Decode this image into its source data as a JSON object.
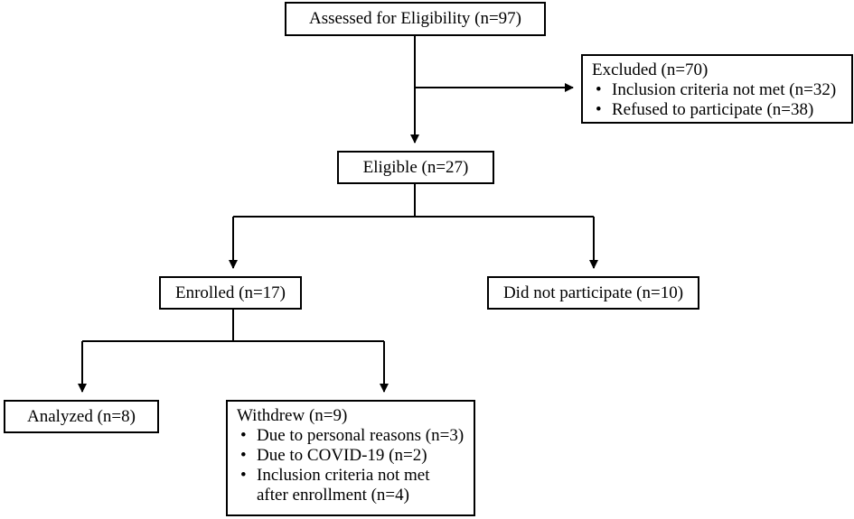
{
  "flowchart": {
    "assessed": "Assessed for Eligibility (n=97)",
    "excluded": {
      "title": "Excluded (n=70)",
      "items": [
        "Inclusion criteria not met (n=32)",
        "Refused to participate (n=38)"
      ]
    },
    "eligible": "Eligible (n=27)",
    "enrolled": "Enrolled (n=17)",
    "did_not_participate": "Did not participate (n=10)",
    "analyzed": "Analyzed (n=8)",
    "withdrew": {
      "title": "Withdrew (n=9)",
      "items": [
        "Due to personal reasons (n=3)",
        "Due to COVID-19 (n=2)",
        "Inclusion criteria not met after enrollment (n=4)"
      ]
    }
  }
}
